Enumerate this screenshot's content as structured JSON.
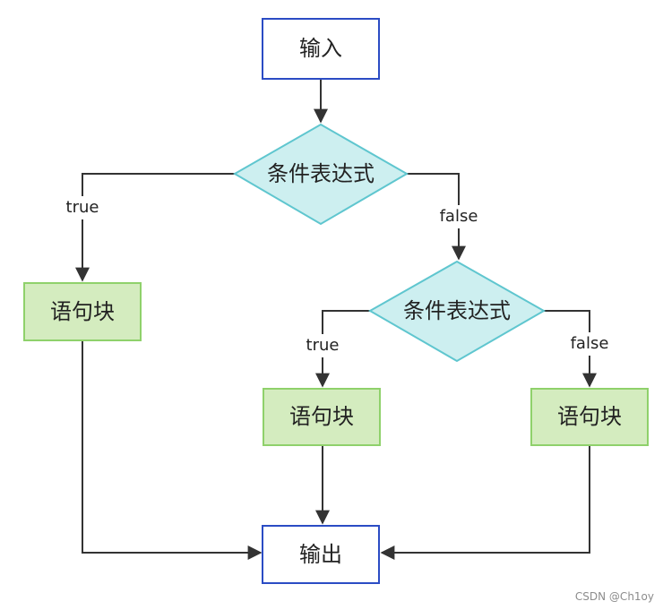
{
  "nodes": {
    "input": {
      "label": "输入"
    },
    "condition_1": {
      "label": "条件表达式"
    },
    "block_left": {
      "label": "语句块"
    },
    "condition_2": {
      "label": "条件表达式"
    },
    "block_mid": {
      "label": "语句块"
    },
    "block_right": {
      "label": "语句块"
    },
    "output": {
      "label": "输出"
    }
  },
  "edges": {
    "cond1_true": "true",
    "cond1_false": "false",
    "cond2_true": "true",
    "cond2_false": "false"
  },
  "watermark": "CSDN @Ch1oy",
  "colors": {
    "io_border": "#2b4cc4",
    "io_fill": "#ffffff",
    "decision_border": "#5fc6cf",
    "decision_fill": "#cdeff0",
    "block_border": "#8fd16b",
    "block_fill": "#d4ecbf",
    "line": "#333333"
  }
}
